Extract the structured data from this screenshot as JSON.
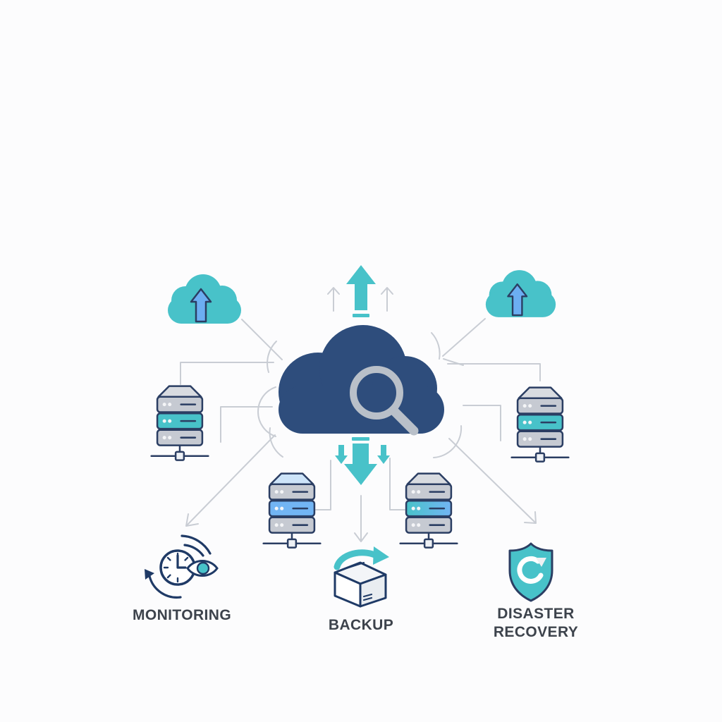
{
  "page": {
    "type": "cloud-infrastructure-diagram",
    "background": "#fcfcfd"
  },
  "palette": {
    "teal": "#48c2c9",
    "navy": "#2e4d7c",
    "outline": "#2b3e63",
    "icon-navy": "#1f3a66",
    "blue": "#6caef2",
    "line": "#c9cdd4",
    "srv-gray": "#c6cad2",
    "srv-roof": "#d8dbe0",
    "srv-blue": "#72b5f4",
    "roof-blue": "#cde4f9",
    "mag": "#b9c0c9",
    "label": "#3d434c",
    "bg": "#fcfcfd"
  },
  "labels": {
    "monitoring": "MONITORING",
    "backup": "BACKUP",
    "disaster_line1": "DISASTER",
    "disaster_line2": "RECOVERY"
  },
  "icons": {
    "center": "cloud-search-icon",
    "top_left": "cloud-upload-icon",
    "top_right": "cloud-upload-icon",
    "above_center": "upload-arrows-icon",
    "below_center": "download-arrows-icon",
    "servers": [
      "server-stack-upper-left",
      "server-stack-upper-right",
      "server-stack-lower-left",
      "server-stack-lower-right"
    ],
    "monitoring": "clock-eye-icon",
    "backup": "box-sync-icon",
    "disaster_recovery": "shield-refresh-icon"
  }
}
